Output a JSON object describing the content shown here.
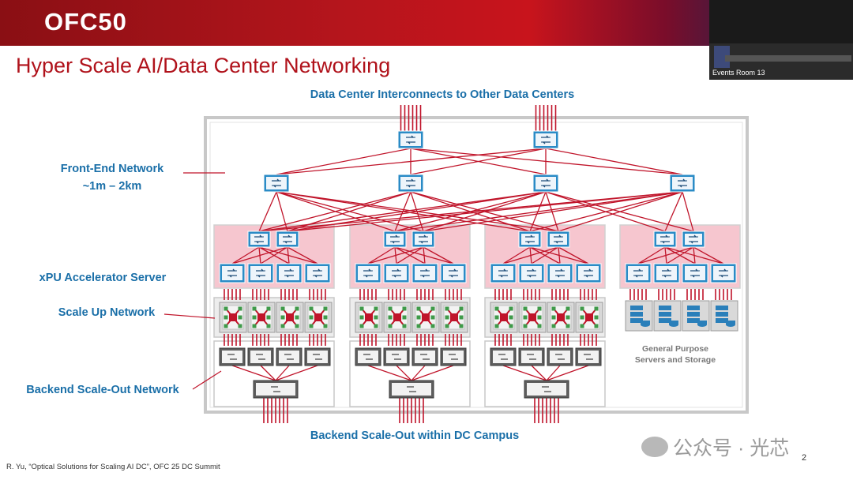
{
  "header": {
    "logo": "OFC50",
    "video_caption": "Events Room 13"
  },
  "slide": {
    "title": "Hyper Scale AI/Data Center Networking",
    "top_label": "Data Center Interconnects to Other Data Centers",
    "left_labels": {
      "front_end": "Front-End Network",
      "front_end_range": "~1m – 2km",
      "xpu": "xPU Accelerator Server",
      "scale_up": "Scale Up Network",
      "backend": "Backend Scale-Out Network"
    },
    "general_purpose": [
      "General Purpose",
      "Servers and Storage"
    ],
    "bottom_label": "Backend Scale-Out within DC  Campus",
    "reference": "R. Yu, “Optical Solutions for Scaling AI DC”, OFC 25 DC Summit",
    "page_number": "2"
  },
  "watermark": "公众号 · 光芯",
  "colors": {
    "accent_red": "#b0121b",
    "label_blue": "#1a6fa8",
    "link_red": "#c0142a",
    "switch_blue": "#2a8bc6",
    "pink_zone": "#f6c6cf",
    "gray_box": "#5f5f5f"
  }
}
